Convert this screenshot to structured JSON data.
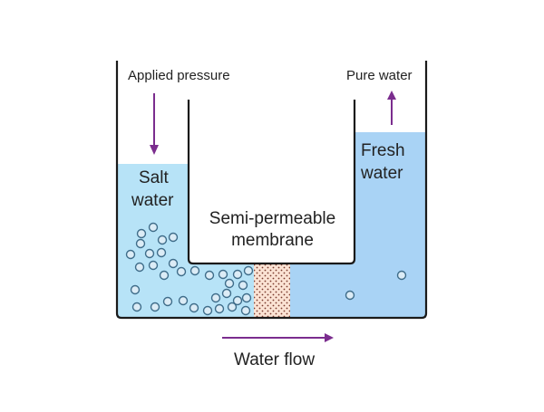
{
  "labels": {
    "applied_pressure": "Applied pressure",
    "pure_water": "Pure water",
    "salt_water_line1": "Salt",
    "salt_water_line2": "water",
    "fresh_water_line1": "Fresh",
    "fresh_water_line2": "water",
    "membrane_line1": "Semi-permeable",
    "membrane_line2": "membrane",
    "water_flow": "Water flow"
  },
  "colors": {
    "salt_water": "#b7e3f7",
    "fresh_water": "#a9d3f5",
    "arrow": "#7b2d8e",
    "membrane_fill": "#fbe3d4",
    "membrane_dots": "#7a3b2e",
    "particle_fill": "#dcecf6",
    "particle_stroke": "#3f6d8a",
    "container": "#1a1a1a"
  },
  "icons": {
    "pressure_arrow": "arrow-down-icon",
    "pure_water_arrow": "arrow-up-icon",
    "water_flow_arrow": "arrow-right-icon"
  }
}
